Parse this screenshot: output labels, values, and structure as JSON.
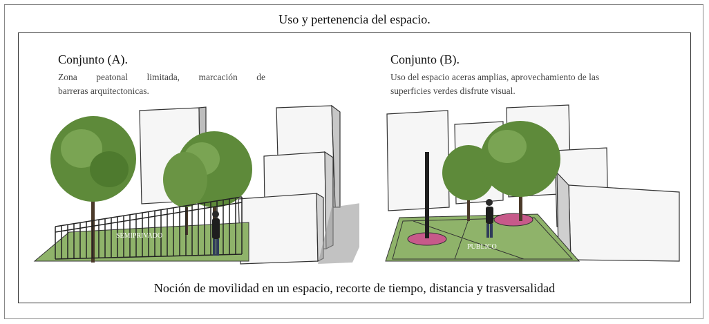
{
  "title": "Uso y pertenencia del espacio.",
  "panels": [
    {
      "heading": "Conjunto (A).",
      "description_lines": [
        "Zona peatonal limitada, marcación de",
        "barreras arquitectonicas."
      ],
      "ground_label": "SEMIPRIVADO"
    },
    {
      "heading": "Conjunto (B).",
      "description_lines": [
        "Uso del espacio aceras amplias, aprovechamiento de las",
        "superficies verdes disfrute visual."
      ],
      "ground_label": "PUBLICO"
    }
  ],
  "caption": "Noción de movilidad en un espacio, recorte de  tiempo,  distancia y trasversalidad"
}
